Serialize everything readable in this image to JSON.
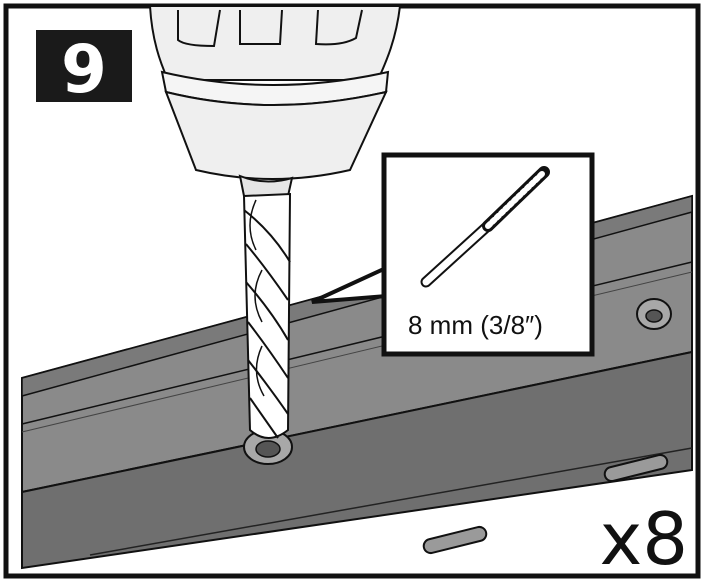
{
  "step": {
    "number": "9"
  },
  "callout": {
    "drill_bit_size": "8 mm (3/8″)"
  },
  "quantity": {
    "label": "x8"
  },
  "colors": {
    "rail_top": "#8a8a8a",
    "rail_front": "#6f6f6f",
    "rail_edge": "#585858",
    "drill_body": "#efefef",
    "outline": "#111111",
    "badge": "#1a1a1a"
  },
  "icons": [
    "drill-icon",
    "drill-bit-icon",
    "mounting-rail-icon"
  ]
}
